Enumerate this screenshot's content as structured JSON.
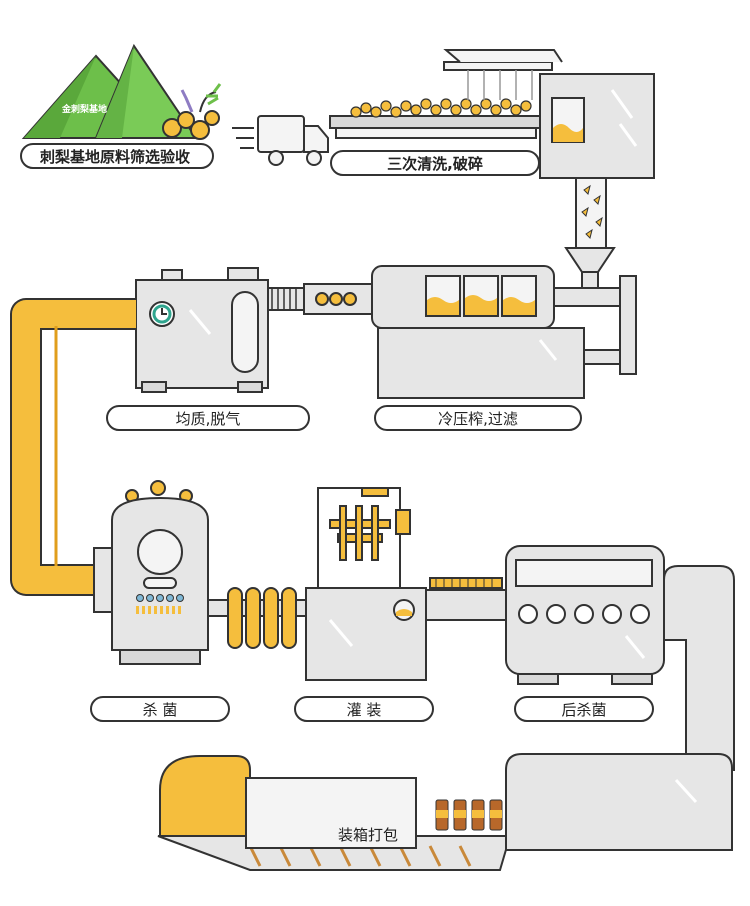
{
  "mountain_text": "金刺梨基地",
  "steps": {
    "raw_material": "刺梨基地原料筛选验收",
    "wash_crush": "三次清洗,破碎",
    "homogenize": "均质,脱气",
    "cold_press": "冷压榨,过滤",
    "sterilize": "杀 菌",
    "filling": "灌 装",
    "post_sterilize": "后杀菌",
    "packing": "装箱打包"
  },
  "colors": {
    "accent": "#F5BE3D",
    "machine": "#E5E5E5",
    "outline": "#333333",
    "green": "#6DBF4A"
  }
}
